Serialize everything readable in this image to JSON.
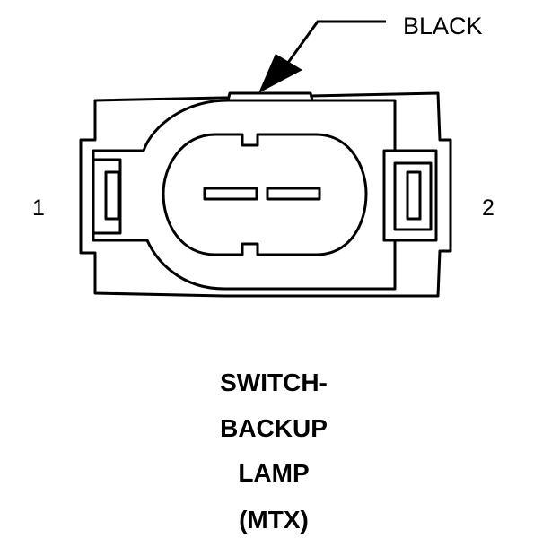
{
  "callout": {
    "label": "BLACK"
  },
  "pins": {
    "left": "1",
    "right": "2"
  },
  "title": [
    "SWITCH-",
    "BACKUP",
    "LAMP",
    "(MTX)"
  ]
}
